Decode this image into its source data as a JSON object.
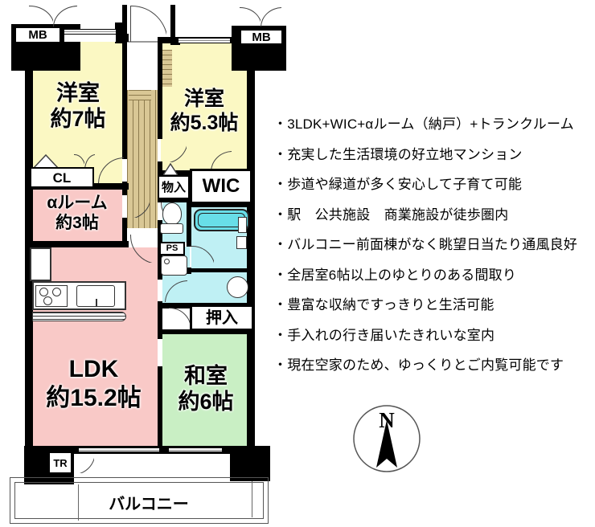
{
  "floor_plan": {
    "rooms": {
      "bedroom7": {
        "name": "洋室",
        "size": "約7帖"
      },
      "bedroom53": {
        "name": "洋室",
        "size": "約5.3帖"
      },
      "alpha": {
        "name": "αルーム",
        "size": "約3帖"
      },
      "ldk": {
        "name": "LDK",
        "size": "約15.2帖"
      },
      "washitsu": {
        "name": "和室",
        "size": "約6帖"
      }
    },
    "storage": {
      "cl": "CL",
      "wic": "WIC",
      "monoire": "物入",
      "oshiire": "押入"
    },
    "service": {
      "mb": "MB",
      "ps": "PS",
      "tr": "TR"
    },
    "balcony": "バルコニー",
    "colors": {
      "western_room": "#FBF8C3",
      "ldk_and_alpha": "#F9C9C7",
      "japanese_room": "#C9EFC4",
      "wet_area": "#BFF0F4",
      "bathtub": "#68DEE8",
      "entrance_floor": "#D9C795",
      "wall": "#000000"
    }
  },
  "features": {
    "items": [
      "・3LDK+WIC+αルーム（納戸）+トランクルーム",
      "・充実した生活環境の好立地マンション",
      "・歩道や緑道が多く安心して子育て可能",
      "・駅　公共施設　商業施設が徒歩圏内",
      "・バルコニー前面棟がなく眺望日当たり通風良好",
      "・全居室6帖以上のゆとりのある間取り",
      "・豊富な収納ですっきりと生活可能",
      "・手入れの行き届いたきれいな室内",
      "・現在空家のため、ゆっくりとご内覧可能です"
    ]
  },
  "compass": {
    "north_label": "N"
  }
}
